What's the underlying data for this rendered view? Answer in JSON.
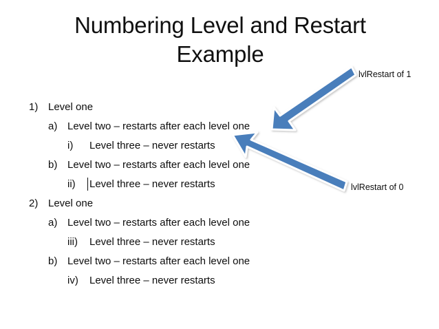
{
  "slide": {
    "title": "Numbering Level and Restart Example",
    "background": "#ffffff",
    "text_color": "#0d0d0d"
  },
  "outline": {
    "items": [
      {
        "level": 1,
        "marker": "1)",
        "text": "Level one",
        "caret": false
      },
      {
        "level": 2,
        "marker": "a)",
        "text": "Level two – restarts after each level one",
        "caret": false
      },
      {
        "level": 3,
        "marker": "i)",
        "text": "Level three – never restarts",
        "caret": false
      },
      {
        "level": 2,
        "marker": "b)",
        "text": "Level two – restarts after each level one",
        "caret": false
      },
      {
        "level": 3,
        "marker": "ii)",
        "text": "Level three – never restarts",
        "caret": true
      },
      {
        "level": 1,
        "marker": "2)",
        "text": "Level one",
        "caret": false
      },
      {
        "level": 2,
        "marker": "a)",
        "text": "Level two – restarts after each level one",
        "caret": false
      },
      {
        "level": 3,
        "marker": "iii)",
        "text": "Level three – never restarts",
        "caret": false
      },
      {
        "level": 2,
        "marker": "b)",
        "text": "Level two – restarts after each level one",
        "caret": false
      },
      {
        "level": 3,
        "marker": "iv)",
        "text": "Level three – never restarts",
        "caret": false
      }
    ]
  },
  "annotations": {
    "arrow_color": "#4A7EBB",
    "arrow_outline": "#ffffff",
    "callouts": [
      {
        "id": "lvlrestart-1",
        "label": "lvlRestart of 1"
      },
      {
        "id": "lvlrestart-0",
        "label": "lvlRestart of 0"
      }
    ]
  }
}
